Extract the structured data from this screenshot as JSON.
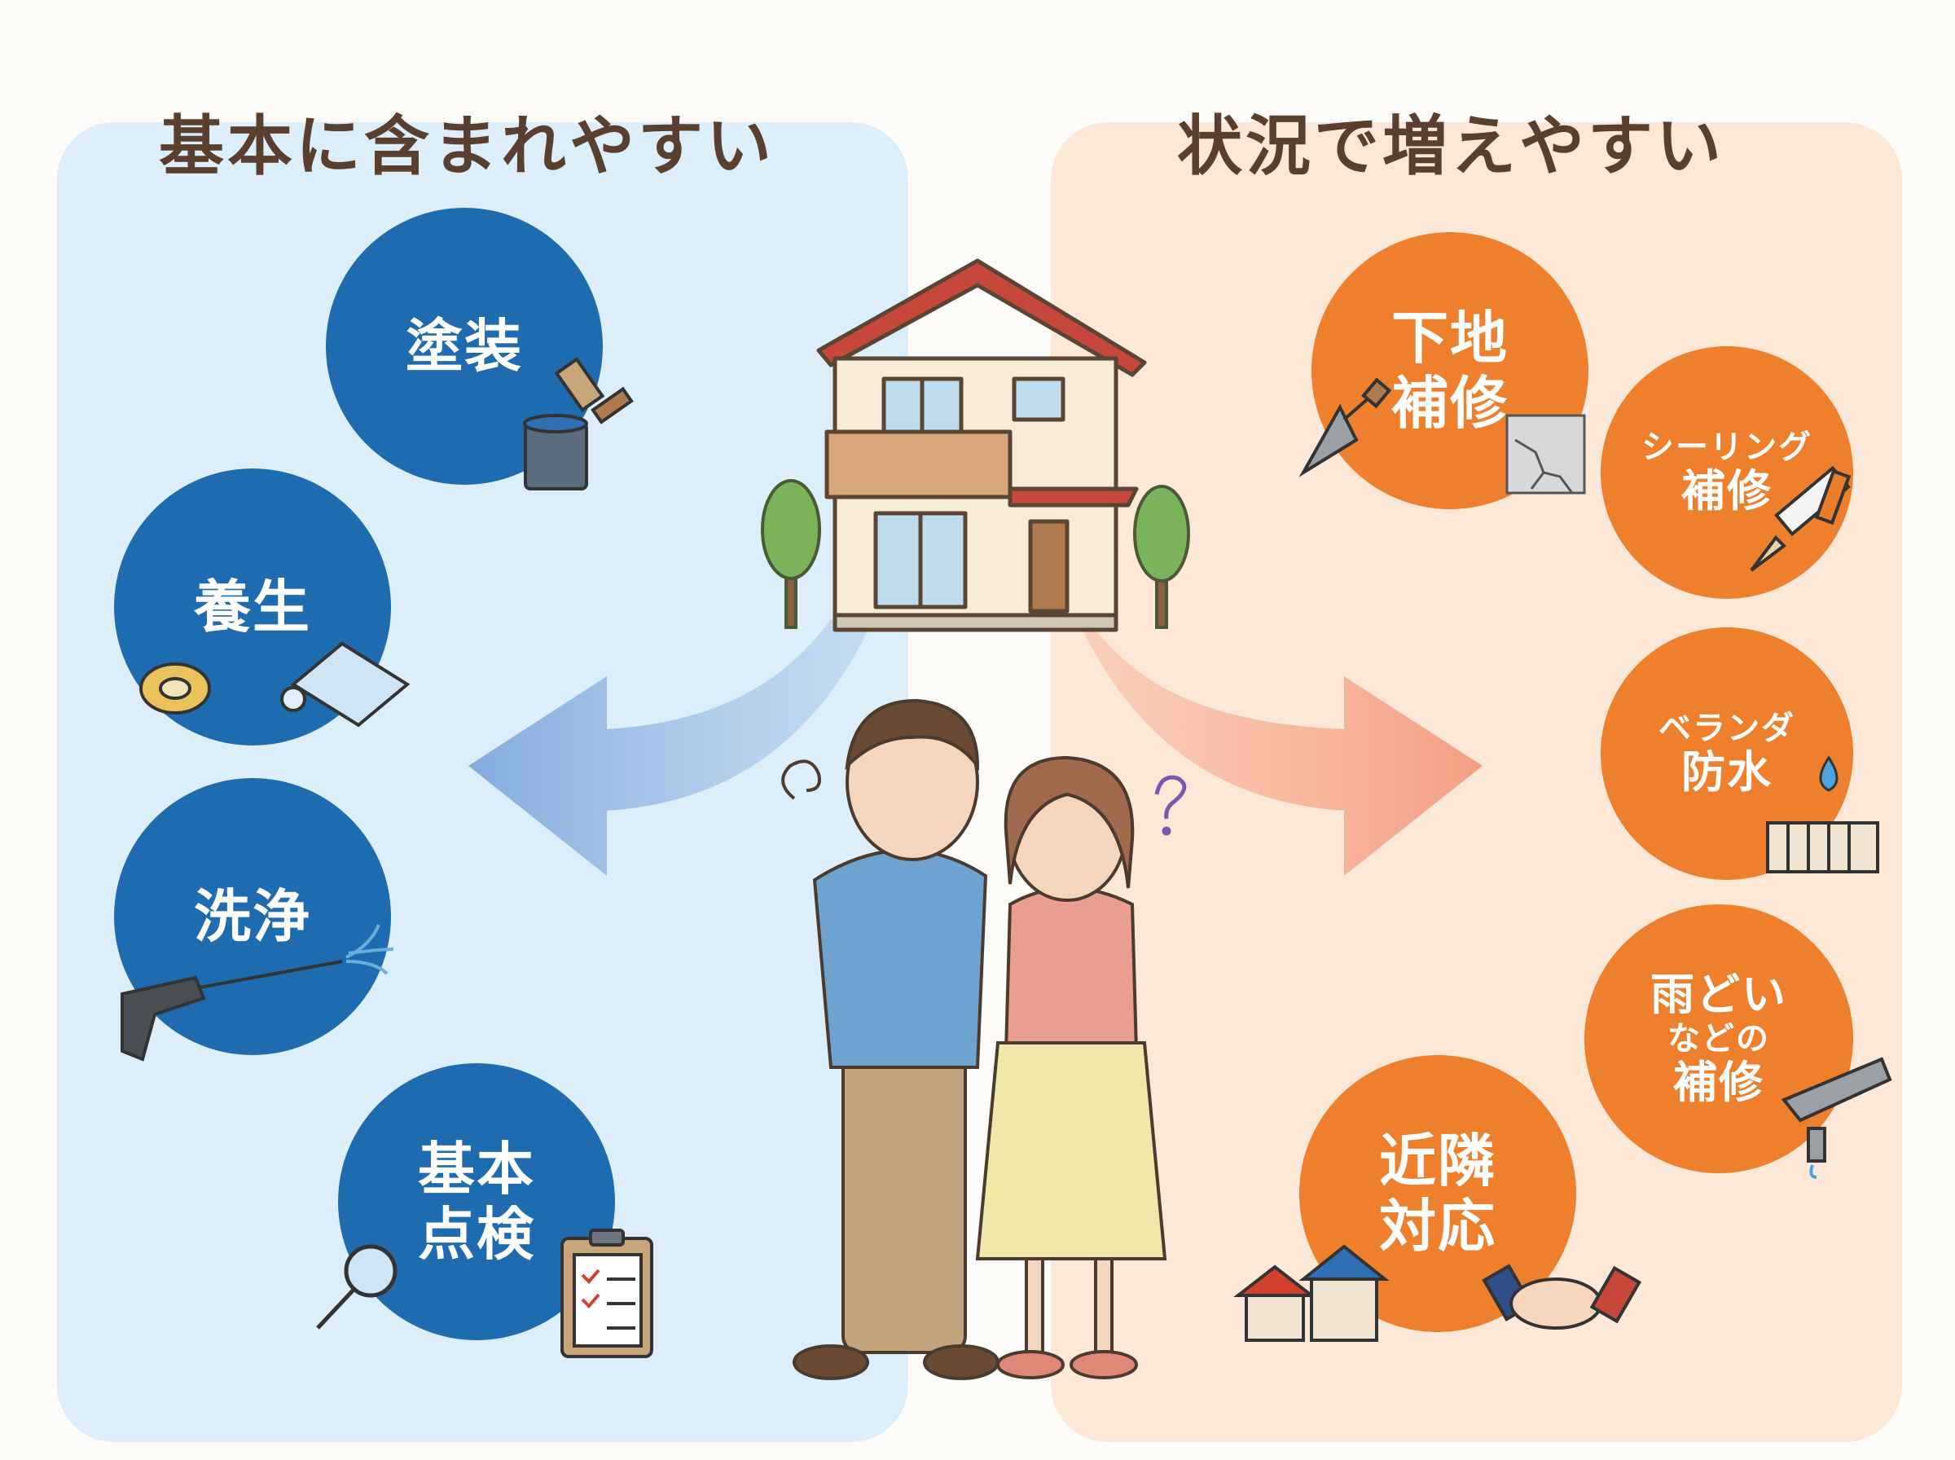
{
  "left_panel": {
    "heading": "基本に含まれやすい",
    "items": [
      {
        "lines": [
          "塗装"
        ]
      },
      {
        "lines": [
          "養生"
        ]
      },
      {
        "lines": [
          "洗浄"
        ]
      },
      {
        "lines": [
          "基本",
          "点検"
        ]
      }
    ]
  },
  "right_panel": {
    "heading": "状況で増えやすい",
    "items": [
      {
        "lines": [
          "下地",
          "補修"
        ]
      },
      {
        "lines": [
          "シーリング",
          "補修"
        ]
      },
      {
        "lines": [
          "ベランダ",
          "防水"
        ]
      },
      {
        "lines": [
          "雨どい",
          "などの",
          "補修"
        ]
      },
      {
        "lines": [
          "近隣",
          "対応"
        ]
      }
    ]
  },
  "colors": {
    "left_panel_bg": "#dceefa",
    "right_panel_bg": "#fde7d6",
    "blue_circle": "#1f6bb0",
    "orange_circle": "#ee7f2d",
    "heading_text": "#5a3f2e"
  },
  "icons": [
    "house-icon",
    "tree-icon",
    "paint-can-brush-icon",
    "masking-tape-icon",
    "plastic-sheet-icon",
    "pressure-washer-icon",
    "magnifier-icon",
    "clipboard-checklist-icon",
    "trowel-icon",
    "cracked-wall-icon",
    "caulking-gun-icon",
    "water-drop-icon",
    "railing-icon",
    "gutter-icon",
    "small-houses-icon",
    "handshake-icon",
    "couple-illustration",
    "worry-swirl-icon",
    "question-mark-icon"
  ]
}
